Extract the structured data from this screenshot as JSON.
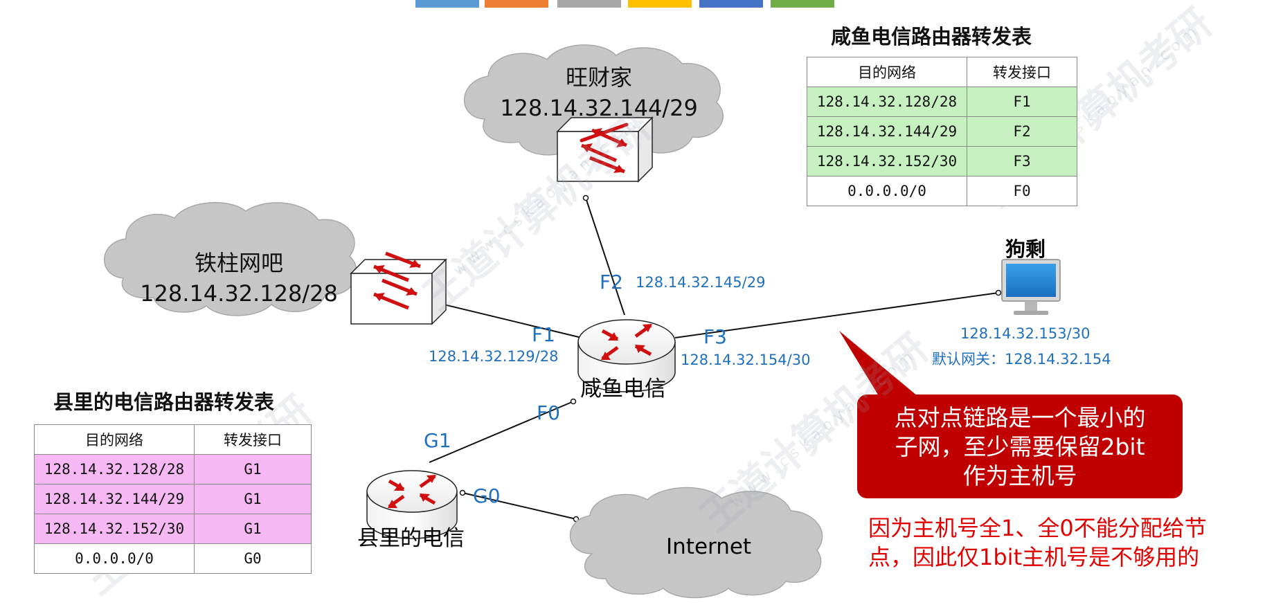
{
  "top_bar_colors": [
    "#5b9bd5",
    "#ed7d31",
    "#a5a5a5",
    "#ffc000",
    "#4472c4",
    "#70ad47"
  ],
  "watermark": {
    "brand": "王道计算机考研",
    "url": "www.cskaoyan.com"
  },
  "clouds": {
    "wangcaijia": {
      "name": "旺财家",
      "subnet": "128.14.32.144/29"
    },
    "tiezhu": {
      "name": "铁柱网吧",
      "subnet": "128.14.32.128/28"
    },
    "internet": {
      "name": "Internet"
    }
  },
  "routers": {
    "xianyu": {
      "name": "咸鱼电信"
    },
    "county": {
      "name": "县里的电信"
    }
  },
  "interfaces": {
    "f2": {
      "name": "F2",
      "ip": "128.14.32.145/29"
    },
    "f1": {
      "name": "F1",
      "ip": "128.14.32.129/28"
    },
    "f3": {
      "name": "F3",
      "ip": "128.14.32.154/30"
    },
    "f0": {
      "name": "F0"
    },
    "g1": {
      "name": "G1"
    },
    "g0": {
      "name": "G0"
    }
  },
  "host": {
    "name": "狗剩",
    "ip": "128.14.32.153/30",
    "gateway": "默认网关：128.14.32.154"
  },
  "xianyu_table": {
    "title": "咸鱼电信路由器转发表",
    "headers": [
      "目的网络",
      "转发接口"
    ],
    "rows": [
      [
        "128.14.32.128/28",
        "F1"
      ],
      [
        "128.14.32.144/29",
        "F2"
      ],
      [
        "128.14.32.152/30",
        "F3"
      ],
      [
        "0.0.0.0/0",
        "F0"
      ]
    ],
    "highlight_color": "#c6f0c0"
  },
  "county_table": {
    "title": "县里的电信路由器转发表",
    "headers": [
      "目的网络",
      "转发接口"
    ],
    "rows": [
      [
        "128.14.32.128/28",
        "G1"
      ],
      [
        "128.14.32.144/29",
        "G1"
      ],
      [
        "128.14.32.152/30",
        "G1"
      ],
      [
        "0.0.0.0/0",
        "G0"
      ]
    ],
    "highlight_color": "#f5b8f2"
  },
  "callout": {
    "lines": [
      "点对点链路是一个最小的",
      "子网，至少需要保留2bit",
      "作为主机号"
    ],
    "color": "#c00000"
  },
  "note": {
    "lines": [
      "因为主机号全1、全0不能分配给节",
      "点，因此仅1bit主机号是不够用的"
    ]
  }
}
